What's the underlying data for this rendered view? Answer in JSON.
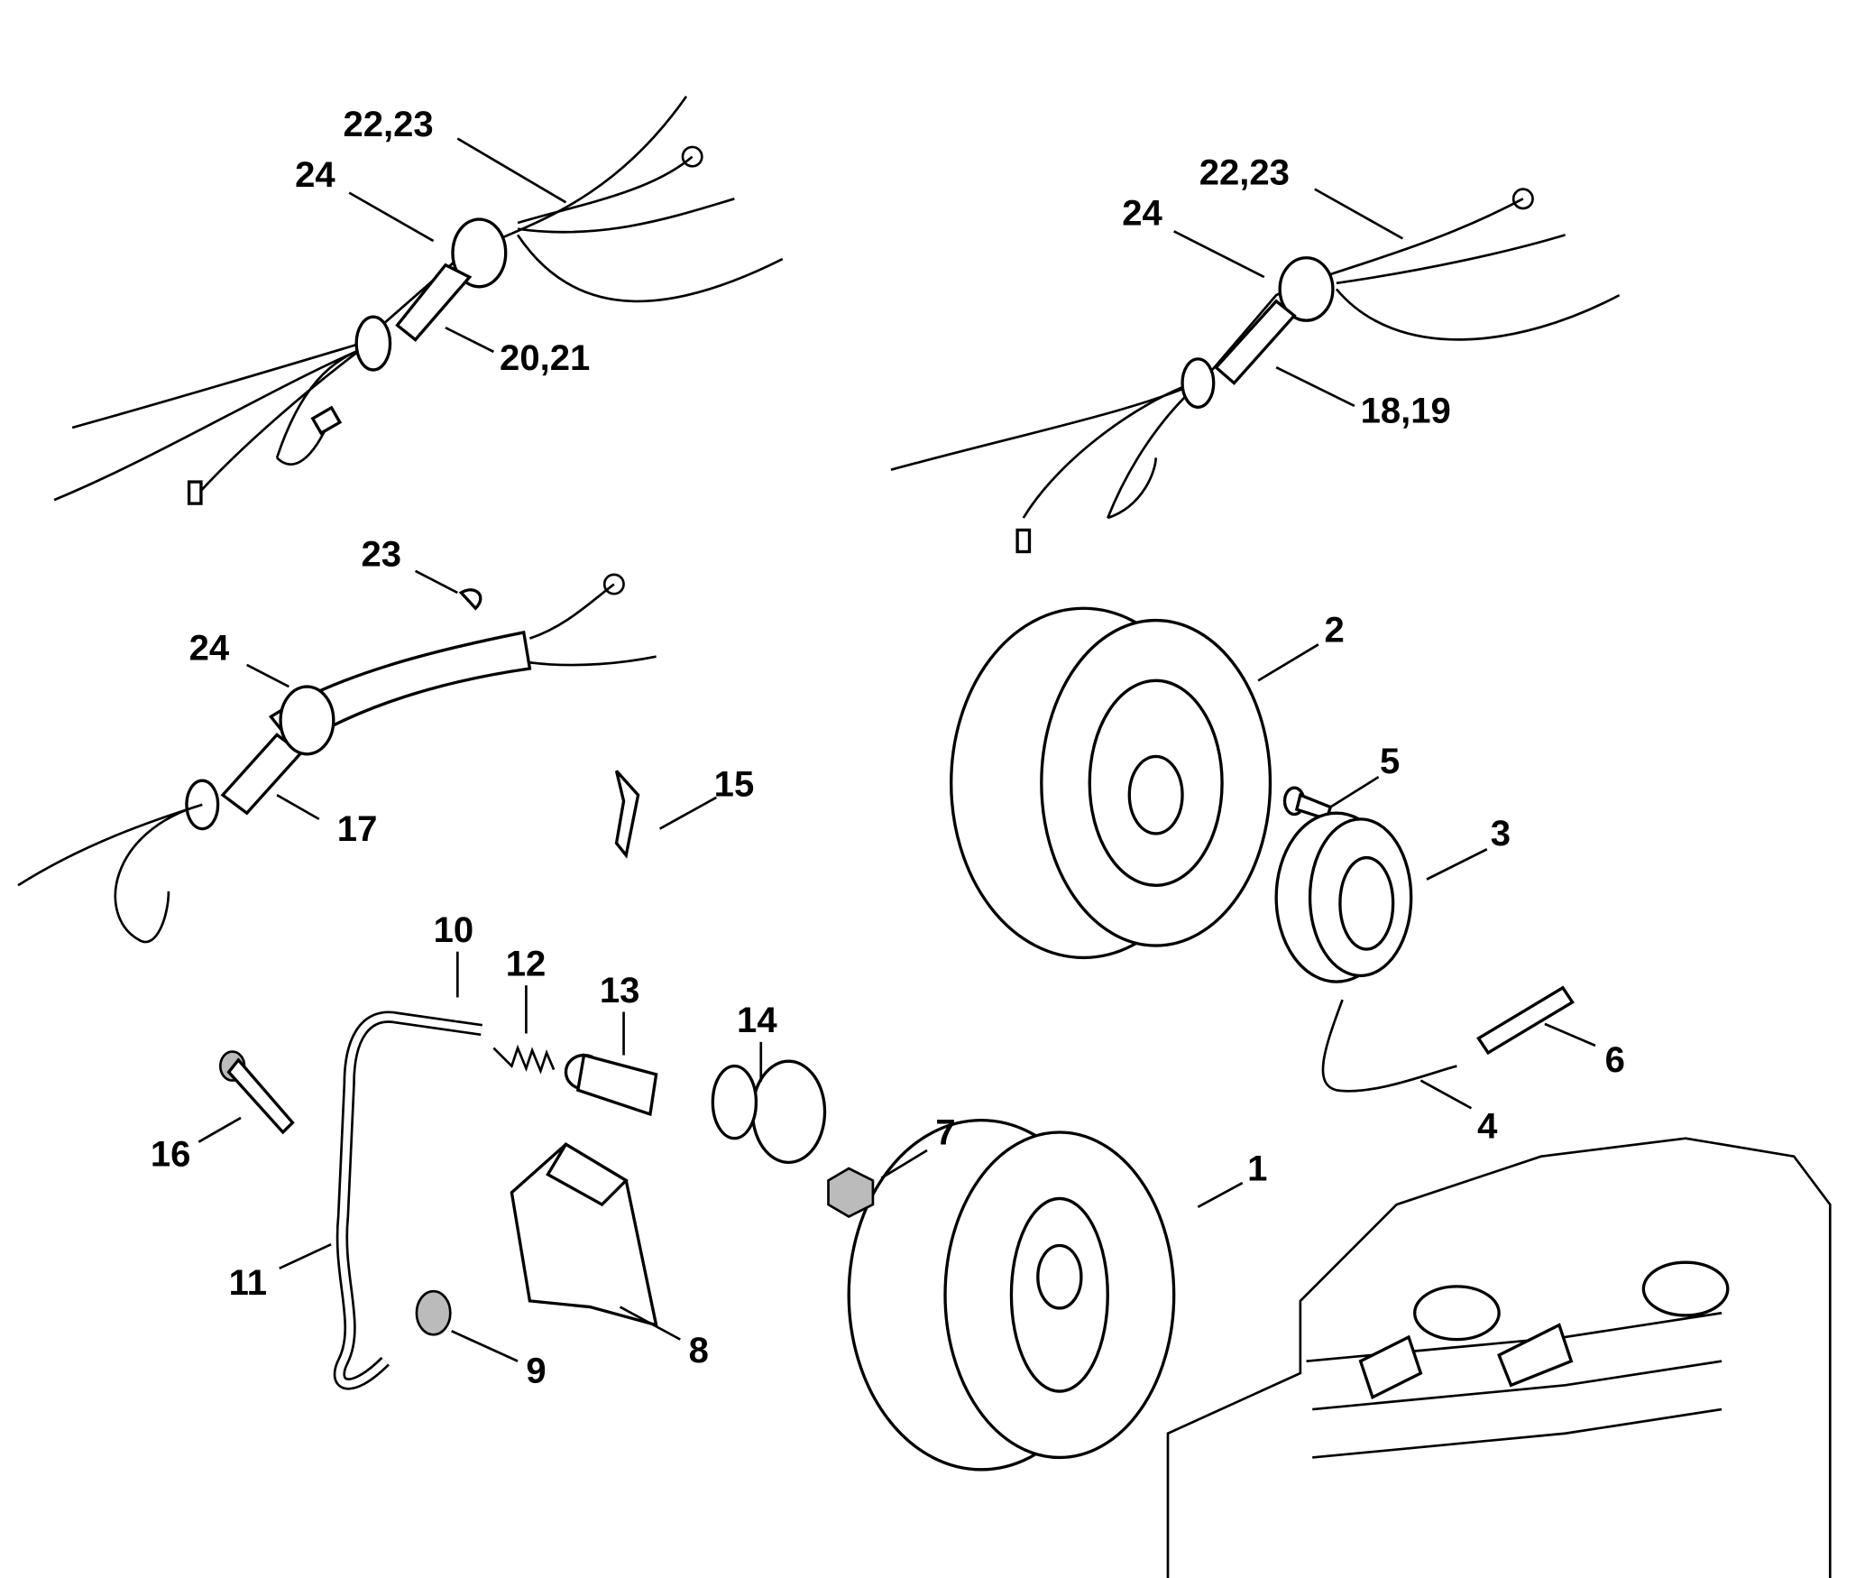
{
  "diagram": {
    "type": "exploded parts diagram",
    "callouts": {
      "c_22_23_a": "22,23",
      "c_24_a": "24",
      "c_20_21": "20,21",
      "c_22_23_b": "22,23",
      "c_24_b": "24",
      "c_18_19": "18,19",
      "c_23": "23",
      "c_24_c": "24",
      "c_17": "17",
      "c_15": "15",
      "c_2": "2",
      "c_5": "5",
      "c_3": "3",
      "c_6": "6",
      "c_4": "4",
      "c_1": "1",
      "c_7": "7",
      "c_10": "10",
      "c_12": "12",
      "c_13": "13",
      "c_14": "14",
      "c_16": "16",
      "c_11": "11",
      "c_9": "9",
      "c_8": "8"
    }
  }
}
